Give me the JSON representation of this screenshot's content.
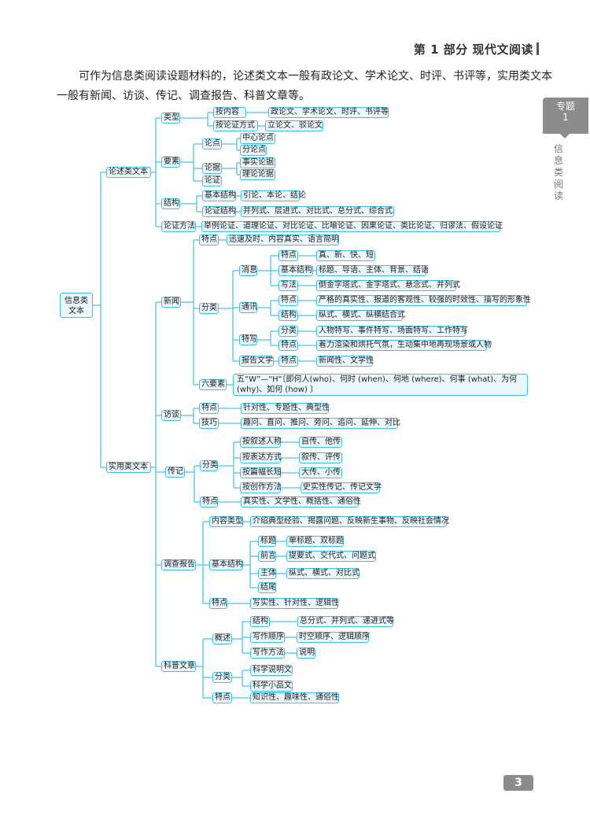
{
  "header": {
    "section": "第 1 部分   现代文阅读"
  },
  "intro": {
    "line1": "可作为信息类阅读设题材料的，论述类文本一般有政论文、学术论文、时评、书评等，实用类文本",
    "line2": "一般有新闻、访谈、传记、调查报告、科普文章等。"
  },
  "side_tab": {
    "topic": "专题",
    "number": "1",
    "title": "信息类阅读"
  },
  "page_number": "3",
  "mindmap": {
    "r": "信息类文本",
    "a1": "论述类文本",
    "a2": "实用类文本",
    "lx": "类型",
    "bnr": "按内容",
    "bnr_t": "政论文、学术论文、时评、书评等",
    "blz": "按论证方式",
    "blz_t": "立论文、驳论文",
    "ys": "要素",
    "ld": "论点",
    "zx": "中心论点",
    "fl": "分论点",
    "lj": "论据",
    "ss": "事实论据",
    "ll": "理论论据",
    "lz": "论证",
    "jg": "结构",
    "jbjg": "基本结构",
    "jbjg_t": "引论、本论、结论",
    "lzjg": "论证结构",
    "lzjg_t": "并列式、层进式、对比式、总分式、综合式",
    "ff": "论证方法",
    "ff_t": "举例论证、道理论证、对比论证、比喻论证、因果论证、类比论证、归谬法、假设论证",
    "xw": "新闻",
    "xtd": "特点",
    "xtd_t": "迅速及时、内容真实、语言简明",
    "xfl": "分类",
    "xx": "消息",
    "xx1": "特点",
    "xx1_t": "真、新、快、短",
    "xx2": "基本结构",
    "xx2_t": "标题、导语、主体、背景、结语",
    "xx3": "写法",
    "xx3_t": "倒金字塔式、金字塔式、悬念式、并列式",
    "tx": "通讯",
    "tx1": "特点",
    "tx1_t": "严格的真实性、报道的客观性、较强的时效性、描写的形象性",
    "tx2": "结构",
    "tx2_t": "纵式、横式、纵横结合式",
    "tw": "特写",
    "tw1": "分类",
    "tw1_t": "人物特写、事件特写、场面特写、工作特写",
    "tw2": "特点",
    "tw2_t": "着力渲染和烘托气氛，生动集中地再现场景或人物",
    "bg": "报告文学",
    "bg1": "特点",
    "bg1_t": "新闻性、文学性",
    "lys": "六要素",
    "lys_t": "五“W”—“H”〔即何人(who)、何时 (when)、何地 (where)、何事 (what)、为何(why)、如何 (how) 〕",
    "ft": "访谈",
    "ft1": "特点",
    "ft1_t": "针对性、专题性、典型性",
    "ft2": "技巧",
    "ft2_t": "趣问、直问、推问、旁问、追问、延伸、对比",
    "zj": "传记",
    "zfl": "分类",
    "z1": "按叙述人称",
    "z1_t": "自传、他传",
    "z2": "按表达方式",
    "z2_t": "叙传、评传",
    "z3": "按篇幅长短",
    "z3_t": "大传、小传",
    "z4": "按创作方法",
    "z4_t": "史实性传记、传记文学",
    "ztd": "特点",
    "ztd_t": "真实性、文学性、概括性、通俗性",
    "dc": "调查报告",
    "d1": "内容类型",
    "d1_t": "介绍典型经验、揭露问题、反映新生事物、反映社会情况",
    "d2": "基本结构",
    "d21": "标题",
    "d21_t": "单标题、双标题",
    "d22": "前言",
    "d22_t": "提要式、交代式、问题式",
    "d23": "主体",
    "d23_t": "纵式、横式、对比式",
    "d24": "结尾",
    "d3": "特点",
    "d3_t": "写实性、针对性、逻辑性",
    "kp": "科普文章",
    "k1": "概述",
    "k11": "结构",
    "k11_t": "总分式、并列式、递进式等",
    "k12": "写作顺序",
    "k12_t": "时空顺序、逻辑顺序",
    "k13": "写作方法",
    "k13_t": "说明",
    "k2": "分类",
    "k21": "科学说明文",
    "k22": "科学小品文",
    "k3": "特点",
    "k3_t": "知识性、趣味性、通俗性"
  },
  "colors": {
    "accent": "#41bfe8",
    "box_fill": "#eaf7fd",
    "tab_gray": "#8c8c8c"
  }
}
